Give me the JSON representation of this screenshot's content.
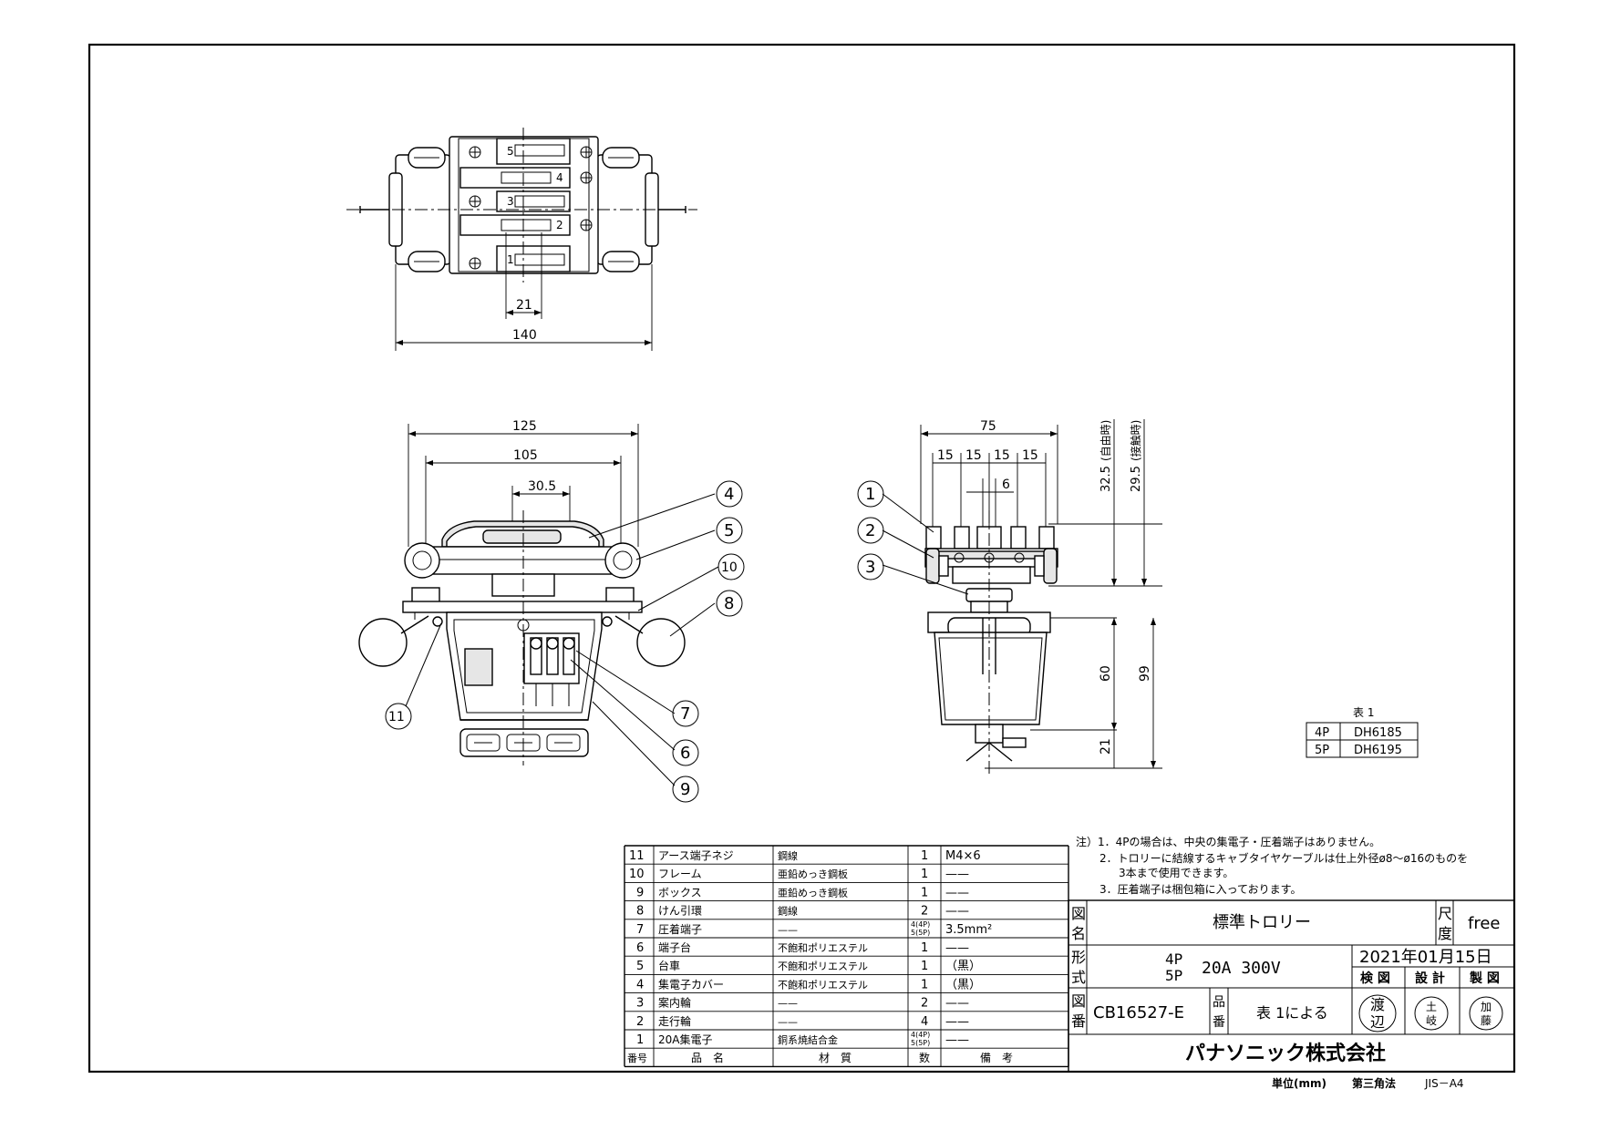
{
  "dims": {
    "top_21": "21",
    "top_140": "140",
    "front_125": "125",
    "front_105": "105",
    "front_30_5": "30.5",
    "side_75": "75",
    "side_15a": "15",
    "side_15b": "15",
    "side_15c": "15",
    "side_15d": "15",
    "side_6": "6",
    "side_32_5": "32.5",
    "side_32_5_note": "(自由時)",
    "side_29_5": "29.5",
    "side_29_5_note": "(接触時)",
    "side_60": "60",
    "side_99": "99",
    "side_21": "21"
  },
  "balloons": {
    "b1": "1",
    "b2": "2",
    "b3": "3",
    "b4": "4",
    "b5": "5",
    "b6": "6",
    "b7": "7",
    "b8": "8",
    "b9": "9",
    "b10": "10",
    "b11": "11"
  },
  "table1": {
    "title": "表 1",
    "rows": [
      {
        "pole": "4P",
        "model": "DH6185"
      },
      {
        "pole": "5P",
        "model": "DH6195"
      }
    ]
  },
  "notes": {
    "n1": "注）1．4Pの場合は、中央の集電子・圧着端子はありません。",
    "n2": "2．トロリーに結線するキャブタイヤケーブルは仕上外径ø8～ø16のものを",
    "n2b": "3本まで使用できます。",
    "n3": "3．圧着端子は梱包箱に入っております。"
  },
  "parts": [
    {
      "no": "11",
      "name": "アース端子ネジ",
      "material": "鋼線",
      "qty": "1",
      "qty_b": "",
      "remark": "M4×6"
    },
    {
      "no": "10",
      "name": "フレーム",
      "material": "亜鉛めっき鋼板",
      "qty": "1",
      "qty_b": "",
      "remark": "——"
    },
    {
      "no": "9",
      "name": "ボックス",
      "material": "亜鉛めっき鋼板",
      "qty": "1",
      "qty_b": "",
      "remark": "——"
    },
    {
      "no": "8",
      "name": "けん引環",
      "material": "鋼線",
      "qty": "2",
      "qty_b": "",
      "remark": "——"
    },
    {
      "no": "7",
      "name": "圧着端子",
      "material": "——",
      "qty": "4(4P)",
      "qty_b": "5(5P)",
      "remark": "3.5mm²"
    },
    {
      "no": "6",
      "name": "端子台",
      "material": "不飽和ポリエステル",
      "qty": "1",
      "qty_b": "",
      "remark": "——"
    },
    {
      "no": "5",
      "name": "台車",
      "material": "不飽和ポリエステル",
      "qty": "1",
      "qty_b": "",
      "remark": "（黒）"
    },
    {
      "no": "4",
      "name": "集電子カバー",
      "material": "不飽和ポリエステル",
      "qty": "1",
      "qty_b": "",
      "remark": "（黒）"
    },
    {
      "no": "3",
      "name": "案内輪",
      "material": "——",
      "qty": "2",
      "qty_b": "",
      "remark": "——"
    },
    {
      "no": "2",
      "name": "走行輪",
      "material": "——",
      "qty": "4",
      "qty_b": "",
      "remark": "——"
    },
    {
      "no": "1",
      "name": "20A集電子",
      "material": "銅系焼結合金",
      "qty": "4(4P)",
      "qty_b": "5(5P)",
      "remark": "——"
    }
  ],
  "parts_header": {
    "no": "番号",
    "name": "品　名",
    "material": "材　質",
    "qty": "数",
    "remark": "備　考"
  },
  "title_block": {
    "zumei_label_1": "図",
    "zumei_label_2": "名",
    "zumei": "標準トロリー",
    "scale_label_1": "尺",
    "scale_label_2": "度",
    "scale": "free",
    "katashiki_label_1": "形",
    "katashiki_label_2": "式",
    "katashiki_4p": "4P",
    "katashiki_5p": "5P",
    "katashiki_rating": "20A 300V",
    "date": "2021年01月15日",
    "role_1": "検 図",
    "role_2": "設 計",
    "role_3": "製 図",
    "zuban_label_1": "図",
    "zuban_label_2": "番",
    "zuban": "CB16527-E",
    "hinban_label_1": "品",
    "hinban_label_2": "番",
    "hinban": "表 1による",
    "stamp_1a": "渡",
    "stamp_1b": "辺",
    "stamp_2a": "土",
    "stamp_2b": "岐",
    "stamp_3a": "加",
    "stamp_3b": "藤",
    "company": "パナソニック株式会社"
  },
  "footer": {
    "unit": "単位(mm)",
    "projection": "第三角法",
    "paper": "JIS－A4"
  }
}
